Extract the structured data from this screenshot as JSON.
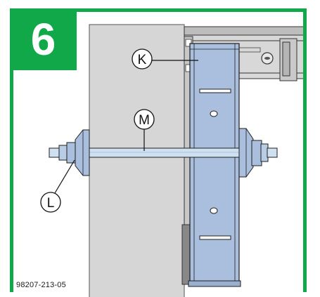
{
  "step": {
    "number": "6"
  },
  "callouts": {
    "k": "K",
    "m": "M",
    "l": "L"
  },
  "document_id": "98207-213-05",
  "colors": {
    "accent_green": "#11a84a",
    "panel_gray": "#d6d6d6",
    "part_blue": "#a9bfdd",
    "rod_blue": "#cfe0f1",
    "outline": "#1f1f1f"
  }
}
